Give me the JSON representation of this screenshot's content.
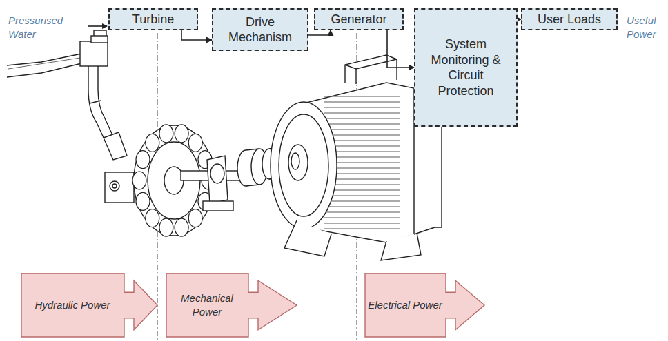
{
  "diagram": {
    "nodes": [
      {
        "text": [
          "Turbine"
        ]
      },
      {
        "text": [
          "Drive Mechanism"
        ]
      },
      {
        "text": [
          "Generator"
        ]
      },
      {
        "text": [
          "System Monitoring & Circuit Protection"
        ]
      },
      {
        "text": [
          "User Loads"
        ]
      },
      {
        "text": [
          "Hydraulic Power"
        ]
      },
      {
        "text": [
          "Mechanical Power"
        ]
      },
      {
        "text": [
          "Electrical Power"
        ]
      }
    ],
    "edges": [
      {
        "from": 0,
        "to": 1,
        "arrow": "to"
      },
      {
        "from": 1,
        "to": 2,
        "arrow": "to"
      },
      {
        "from": 2,
        "to": 3,
        "arrow": "to"
      },
      {
        "from": 3,
        "to": 4,
        "arrow": "to"
      }
    ],
    "labels": [
      "Pressurised Water",
      "Useful Power"
    ]
  }
}
